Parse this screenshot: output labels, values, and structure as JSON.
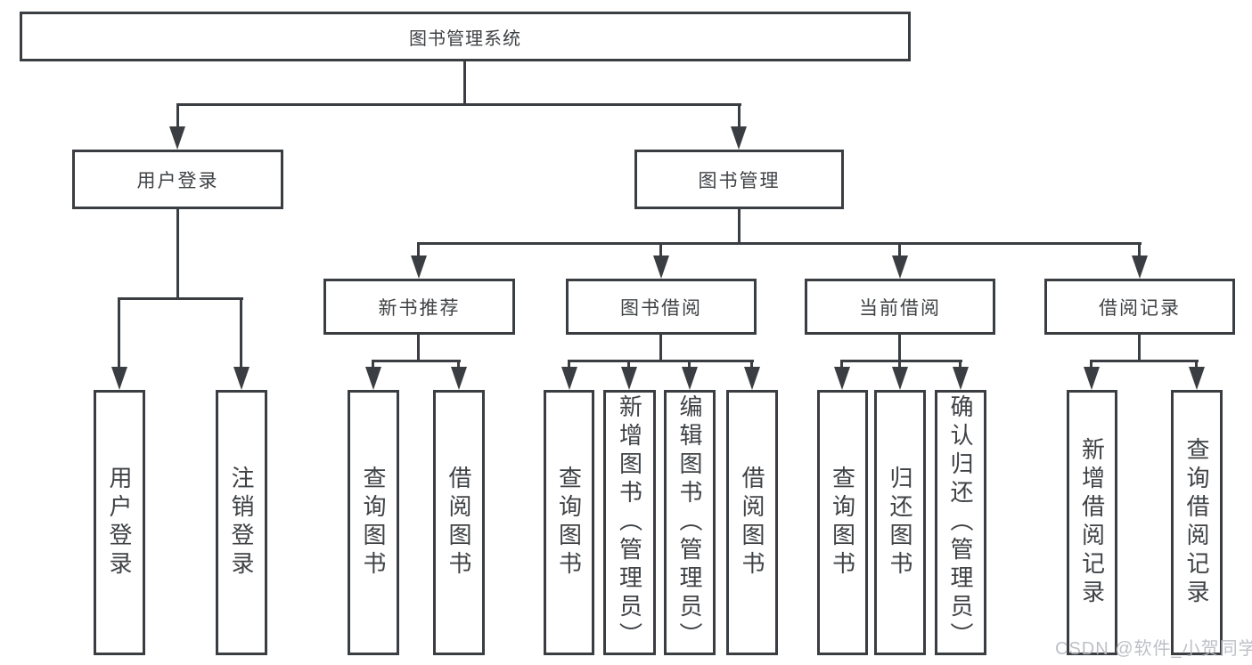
{
  "tree": {
    "root": "图书管理系统",
    "user_login": {
      "label": "用户登录",
      "children": [
        "用户登录",
        "注销登录"
      ]
    },
    "book_mgmt": {
      "label": "图书管理",
      "children": [
        {
          "label": "新书推荐",
          "children": [
            "查询图书",
            "借阅图书"
          ]
        },
        {
          "label": "图书借阅",
          "children": [
            "查询图书",
            "新增图书（管理员）",
            "编辑图书（管理员）",
            "借阅图书"
          ]
        },
        {
          "label": "当前借阅",
          "children": [
            "查询图书",
            "归还图书",
            "确认归还（管理员）"
          ]
        },
        {
          "label": "借阅记录",
          "children": [
            "新增借阅记录",
            "查询借阅记录"
          ]
        }
      ]
    }
  },
  "watermark": {
    "text": "CSDN @软件_小贺同学",
    "color": "#b6bac0"
  },
  "colors": {
    "line": "#3a3d41",
    "text": "#3f4245",
    "background": "#ffffff"
  }
}
